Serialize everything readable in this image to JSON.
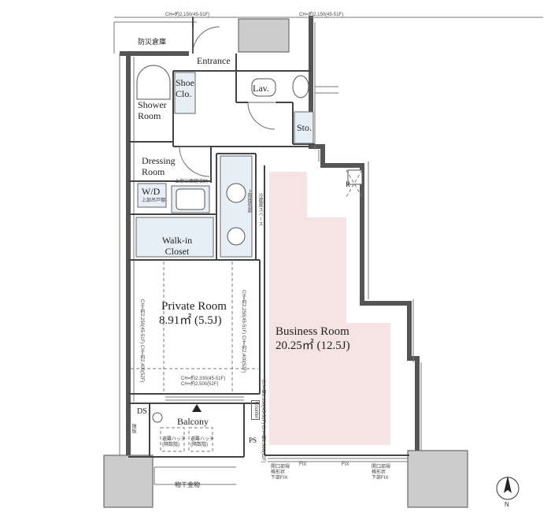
{
  "rooms": {
    "entrance": "Entrance",
    "shoe_clo": "Shoe Clo.",
    "lav": "Lav.",
    "sto": "Sto.",
    "shower_room": "Shower Room",
    "dressing_room": "Dressing Room",
    "wd": "W/D",
    "walk_in_closet": "Walk-in Closet",
    "private_room": "Private Room",
    "private_room_area": "8.91㎡ (5.5J)",
    "business_room": "Business Room",
    "business_room_area": "20.25㎡ (12.5J)",
    "balcony": "Balcony",
    "ds": "DS",
    "ps": "PS",
    "r": "R",
    "counter": "Counter"
  },
  "notes": {
    "disaster_storage": "防災倉庫",
    "ceiling_note_top": "CH=約2,150(45-51F)",
    "ceiling_note_top2": "CH=約2,150(45-51F)",
    "private_left": "CH=約2,250(45-51F) CH=約2,400(52F)",
    "private_right": "CH=約2,250(45-51F) CH=約2,400(52F)",
    "private_bottom": "CH=約2,330(45-51F)\nCH=約2,500(52F)",
    "counter_note": "CH=約2,330(45-51F) CH=約2,500(52F)",
    "fix1": "FIX",
    "fix2": "FIX",
    "window_left": "開口部規\n格形状\n下部FIX",
    "window_right": "開口部規\n格形状\n下部FIX",
    "laundry": "物干金物",
    "hatch1": "避難ハッチ\n(隔数階)",
    "hatch2": "避難ハッチ\n(隔数階)",
    "hood": "上部換気扇",
    "fridge": "冷蔵庫スペース",
    "wd_sub": "上部吊戸棚",
    "kitchen_note": "上部三面鏡収納",
    "balcony_side": "隔板",
    "compass": "N"
  }
}
